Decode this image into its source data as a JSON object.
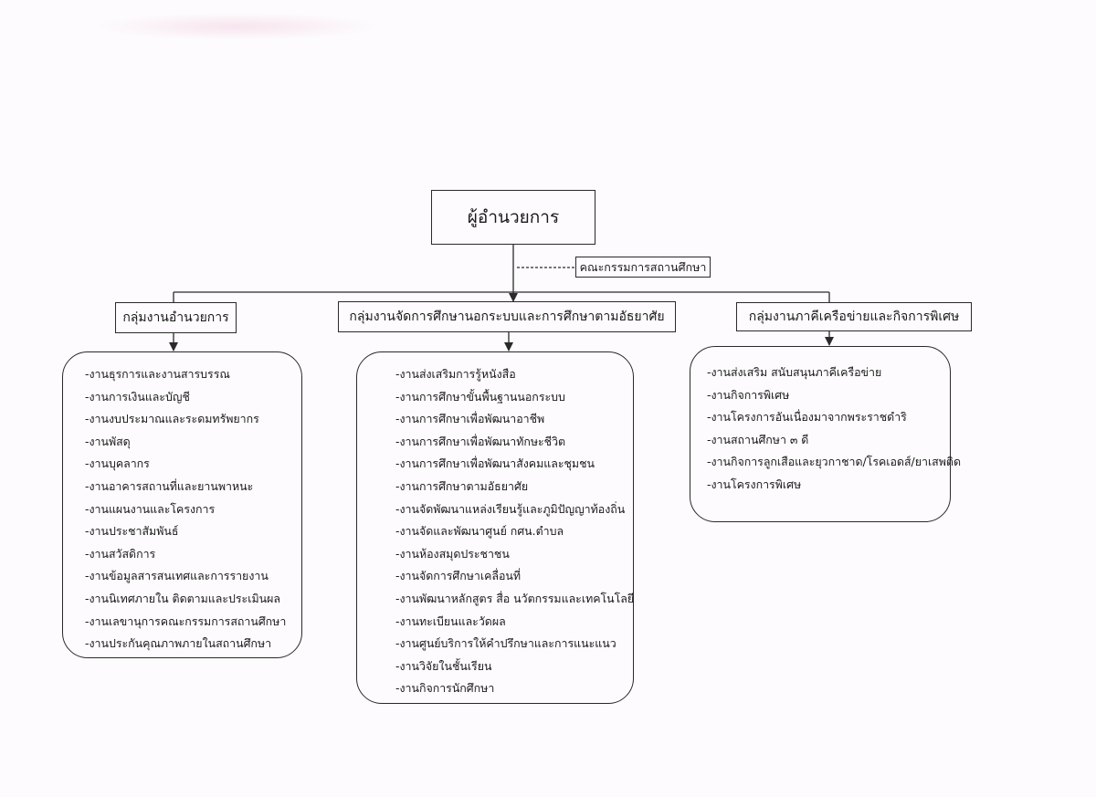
{
  "root": {
    "label": "ผู้อำนวยการ"
  },
  "committee": {
    "label": "คณะกรรมการสถานศึกษา"
  },
  "groups": [
    {
      "title": "กลุ่มงานอำนวยการ",
      "items": [
        "-งานธุรการและงานสารบรรณ",
        "-งานการเงินและบัญชี",
        "-งานงบประมาณและระดมทรัพยากร",
        "-งานพัสดุ",
        "-งานบุคลากร",
        "-งานอาคารสถานที่และยานพาหนะ",
        "-งานแผนงานและโครงการ",
        "-งานประชาสัมพันธ์",
        "-งานสวัสดิการ",
        "-งานข้อมูลสารสนเทศและการรายงาน",
        "-งานนิเทศภายใน ติดตามและประเมินผล",
        "-งานเลขานุการคณะกรรมการสถานศึกษา",
        "-งานประกันคุณภาพภายในสถานศึกษา"
      ]
    },
    {
      "title": "กลุ่มงานจัดการศึกษานอกระบบและการศึกษาตามอัธยาศัย",
      "items": [
        "-งานส่งเสริมการรู้หนังสือ",
        "-งานการศึกษาขั้นพื้นฐานนอกระบบ",
        "-งานการศึกษาเพื่อพัฒนาอาชีพ",
        "-งานการศึกษาเพื่อพัฒนาทักษะชีวิต",
        "-งานการศึกษาเพื่อพัฒนาสังคมและชุมชน",
        "-งานการศึกษาตามอัธยาศัย",
        "-งานจัดพัฒนาแหล่งเรียนรู้และภูมิปัญญาท้องถิ่น",
        "-งานจัดและพัฒนาศูนย์ กศน.ตำบล",
        "-งานห้องสมุดประชาชน",
        "-งานจัดการศึกษาเคลื่อนที่",
        "-งานพัฒนาหลักสูตร สื่อ นวัตกรรมและเทคโนโลยี",
        "-งานทะเบียนและวัดผล",
        "-งานศูนย์บริการให้คำปรึกษาและการแนะแนว",
        "-งานวิจัยในชั้นเรียน",
        "-งานกิจการนักศึกษา"
      ]
    },
    {
      "title": "กลุ่มงานภาคีเครือข่ายและกิจการพิเศษ",
      "items": [
        "-งานส่งเสริม สนับสนุนภาคีเครือข่าย",
        "-งานกิจการพิเศษ",
        "-งานโครงการอันเนื่องมาจากพระราชดำริ",
        "-งานสถานศึกษา ๓ ดี",
        "-งานกิจการลูกเสือและยุวกาชาด/โรคเอดส์/ยาเสพติด",
        "-งานโครงการพิเศษ"
      ]
    }
  ]
}
